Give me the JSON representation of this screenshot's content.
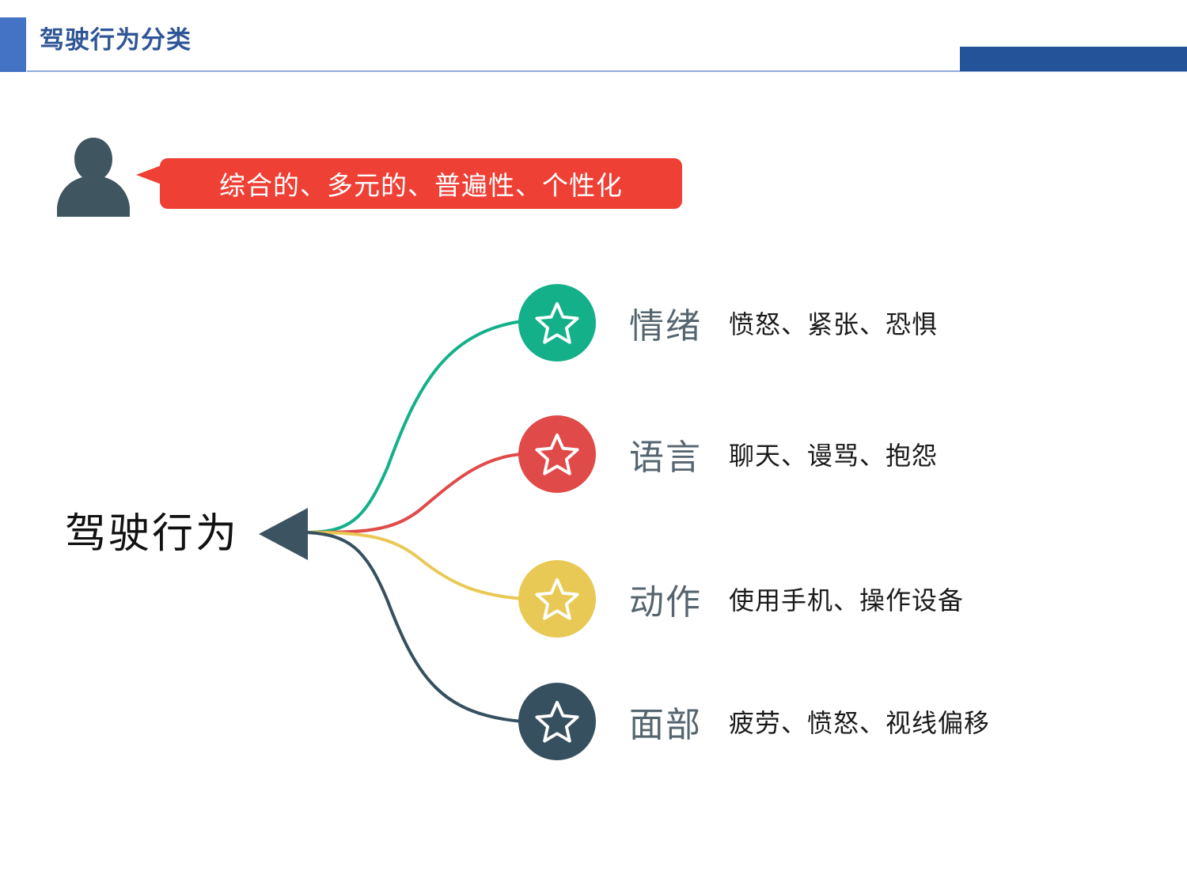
{
  "header": {
    "title": "驾驶行为分类",
    "accent_color": "#4472C4",
    "title_color": "#2E5596",
    "rule_color": "#8FAADC",
    "right_block_color": "#255399"
  },
  "callout": {
    "icon": "person-silhouette-icon",
    "text": "综合的、多元的、普遍性、个性化",
    "bubble_color": "#EE4035",
    "text_color": "#FFFFFF"
  },
  "mindmap": {
    "root_label": "驾驶行为",
    "root_arrow_color": "#3C5362",
    "branches": [
      {
        "title": "情绪",
        "desc": "愤怒、紧张、恐惧",
        "color": "#14B089",
        "icon": "star-icon"
      },
      {
        "title": "语言",
        "desc": "聊天、谩骂、抱怨",
        "color": "#E04A49",
        "icon": "star-icon"
      },
      {
        "title": "动作",
        "desc": "使用手机、操作设备",
        "color": "#E9C955",
        "icon": "star-icon"
      },
      {
        "title": "面部",
        "desc": "疲劳、愤怒、视线偏移",
        "color": "#36505F",
        "icon": "star-icon"
      }
    ]
  }
}
